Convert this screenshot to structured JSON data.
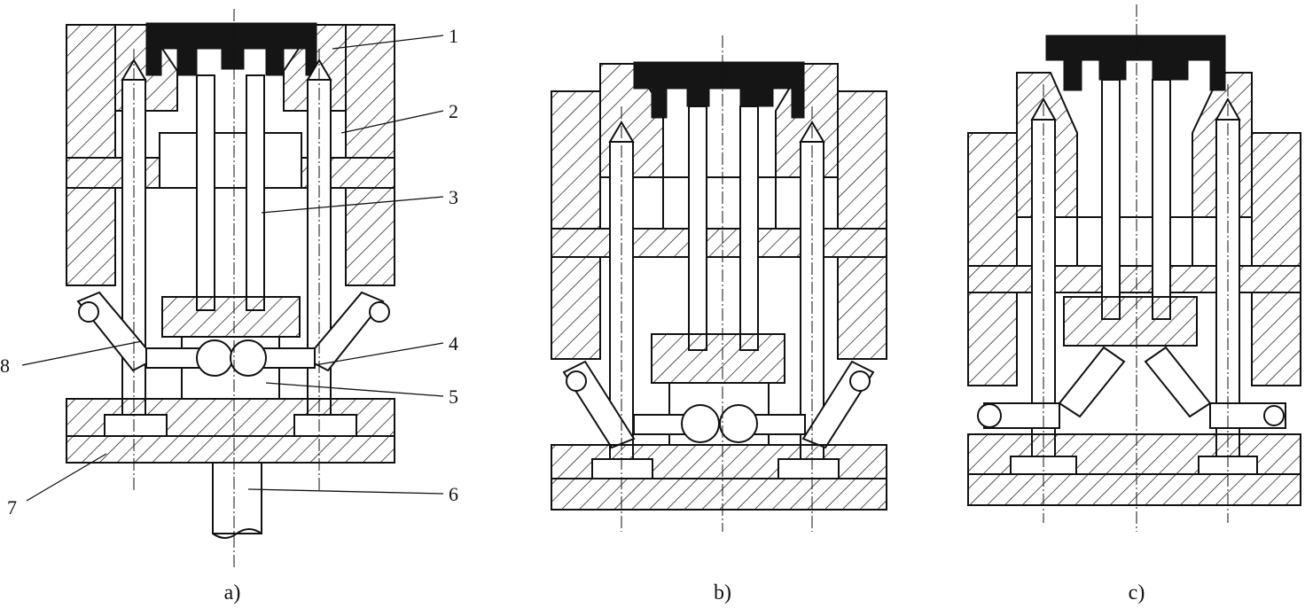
{
  "callouts": {
    "n1": "1",
    "n2": "2",
    "n3": "3",
    "n4": "4",
    "n5": "5",
    "n6": "6",
    "n7": "7",
    "n8": "8"
  },
  "captions": {
    "a": "a)",
    "b": "b)",
    "c": "c)"
  },
  "colors": {
    "ink": "#111111",
    "background": "#ffffff",
    "solid_part": "#151515"
  }
}
